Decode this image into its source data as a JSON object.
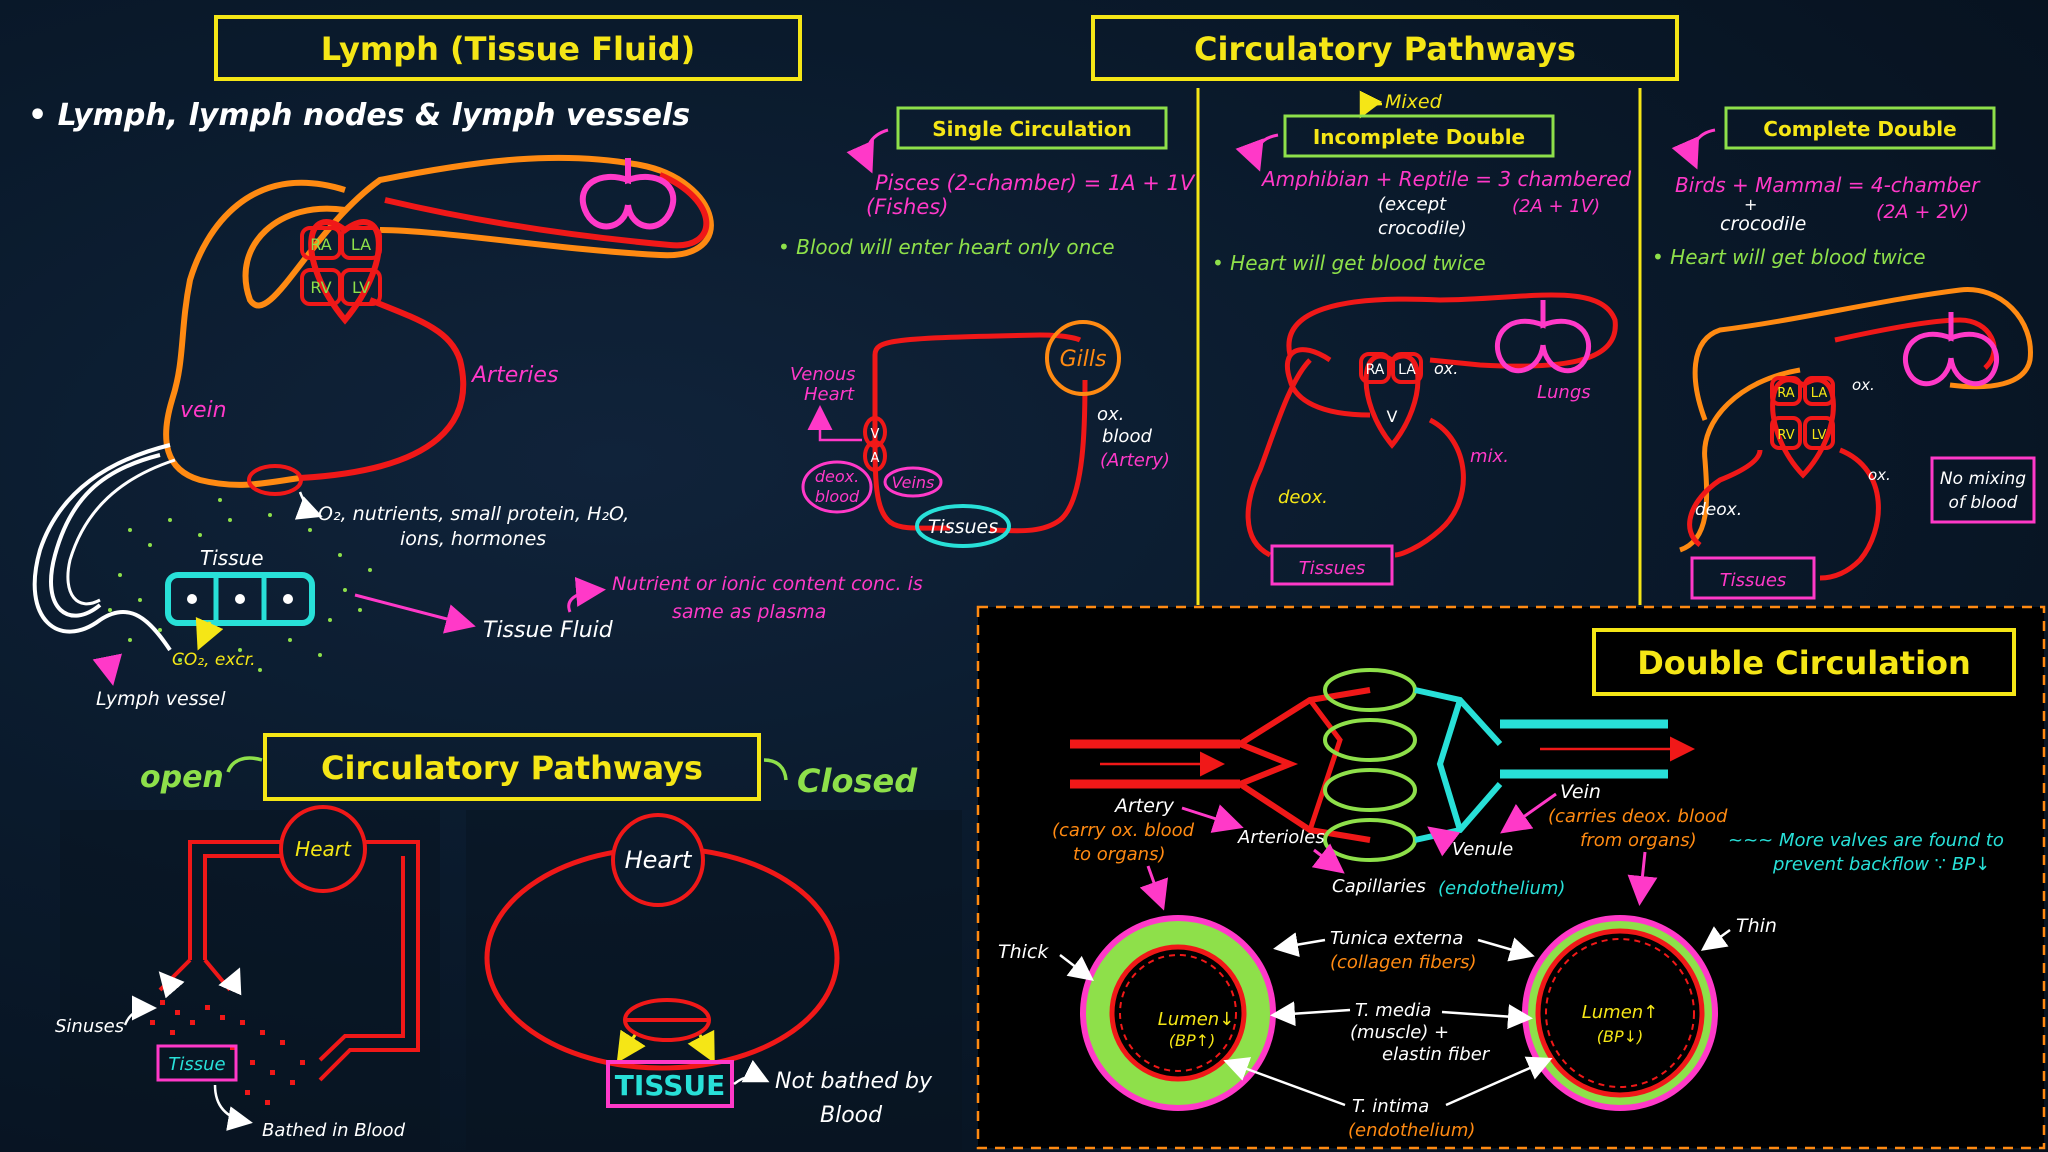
{
  "colors": {
    "background": "#0a1a2c",
    "title_border": "#f5e616",
    "artery": "#f01818",
    "vein": "#ff8a12",
    "pink": "#ff39c8",
    "green": "#8ee04a",
    "cyan": "#28e0d8",
    "yellow": "#f5e616",
    "white": "#ffffff"
  },
  "lymph": {
    "title": "Lymph (Tissue Fluid)",
    "bullet": "• Lymph, lymph nodes & lymph vessels",
    "heart": {
      "ra": "RA",
      "la": "LA",
      "rv": "RV",
      "lv": "LV"
    },
    "arteries": "Arteries",
    "vein": "vein",
    "contents_1": "O₂, nutrients, small protein, H₂O,",
    "contents_2": "ions, hormones",
    "tissue": "Tissue",
    "waste": "CO₂, excr.",
    "tissue_fluid": "Tissue Fluid",
    "note_1": "Nutrient or ionic content conc. is",
    "note_2": "same as plasma",
    "lymph_vessel": "Lymph vessel"
  },
  "pathways_top": {
    "title": "Circulatory Pathways",
    "single": {
      "title": "Single Circulation",
      "line_1": "Pisces (2-chamber) = 1A + 1V",
      "line_2": "(Fishes)",
      "bullet": "• Blood will enter heart only once",
      "venous_heart_1": "Venous",
      "venous_heart_2": "Heart",
      "v": "V",
      "a": "A",
      "deox_1": "deox.",
      "deox_2": "blood",
      "veins": "Veins",
      "tissues": "Tissues",
      "gills": "Gills",
      "ox_1": "ox.",
      "ox_2": "blood",
      "ox_3": "(Artery)"
    },
    "incomplete": {
      "mixed": "Mixed",
      "title": "Incomplete Double",
      "line_1": "Amphibian + Reptile = 3 chambered",
      "line_2": "(except",
      "line_3": "crocodile)",
      "line_4": "(2A + 1V)",
      "bullet": "• Heart will get blood twice",
      "ra": "RA",
      "la": "LA",
      "v": "V",
      "ox": "ox.",
      "lungs": "Lungs",
      "mix": "mix.",
      "deox": "deox.",
      "tissues": "Tissues"
    },
    "complete": {
      "title": "Complete Double",
      "line_1": "Birds + Mammal = 4-chamber",
      "plus": "+",
      "line_2": "crocodile",
      "line_3": "(2A + 2V)",
      "bullet": "• Heart will get blood twice",
      "ra": "RA",
      "la": "LA",
      "rv": "RV",
      "lv": "LV",
      "ox_top": "ox.",
      "ox_mid": "ox.",
      "deox": "deox.",
      "tissues": "Tissues",
      "no_mixing_1": "No mixing",
      "no_mixing_2": "of blood"
    }
  },
  "pathways_bottom": {
    "title": "Circulatory Pathways",
    "open": "open",
    "closed": "Closed",
    "heart": "Heart",
    "sinuses": "Sinuses",
    "tissue": "Tissue",
    "bathed": "Bathed in Blood",
    "closed_heart": "Heart",
    "closed_tissue": "TISSUE",
    "not_bathed_1": "Not bathed by",
    "not_bathed_2": "Blood"
  },
  "double": {
    "title": "Double Circulation",
    "artery": "Artery",
    "artery_note_1": "(carry ox. blood",
    "artery_note_2": "to organs)",
    "arterioles": "Arterioles",
    "capillaries": "Capillaries",
    "endothelium": "(endothelium)",
    "venule": "Venule",
    "vein": "Vein",
    "vein_note_1": "(carries deox. blood",
    "vein_note_2": "from organs)",
    "valves_1": "~~~ More valves are found to",
    "valves_2": "prevent backflow ∵ BP↓",
    "thick": "Thick",
    "thin": "Thin",
    "lumen_left_1": "Lumen↓",
    "lumen_left_2": "(BP↑)",
    "lumen_right_1": "Lumen↑",
    "lumen_right_2": "(BP↓)",
    "tunica_externa": "Tunica externa",
    "collagen": "(collagen fibers)",
    "t_media": "T. media",
    "muscle": "(muscle) +",
    "elastin": "elastin fiber",
    "t_intima": "T. intima",
    "endothelium_2": "(endothelium)"
  }
}
